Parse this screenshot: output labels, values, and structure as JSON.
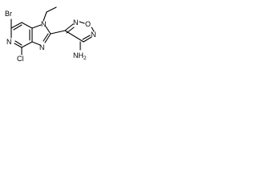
{
  "structure": {
    "atoms": {
      "br": "Br",
      "n_pyridine": "N",
      "cl": "Cl",
      "n_imidazole_1": "N",
      "n_imidazole_3": "N",
      "n_furazan_2": "N",
      "o_furazan": "O",
      "n_furazan_5": "N",
      "nh2_main": "NH",
      "nh2_sub": "2"
    }
  }
}
